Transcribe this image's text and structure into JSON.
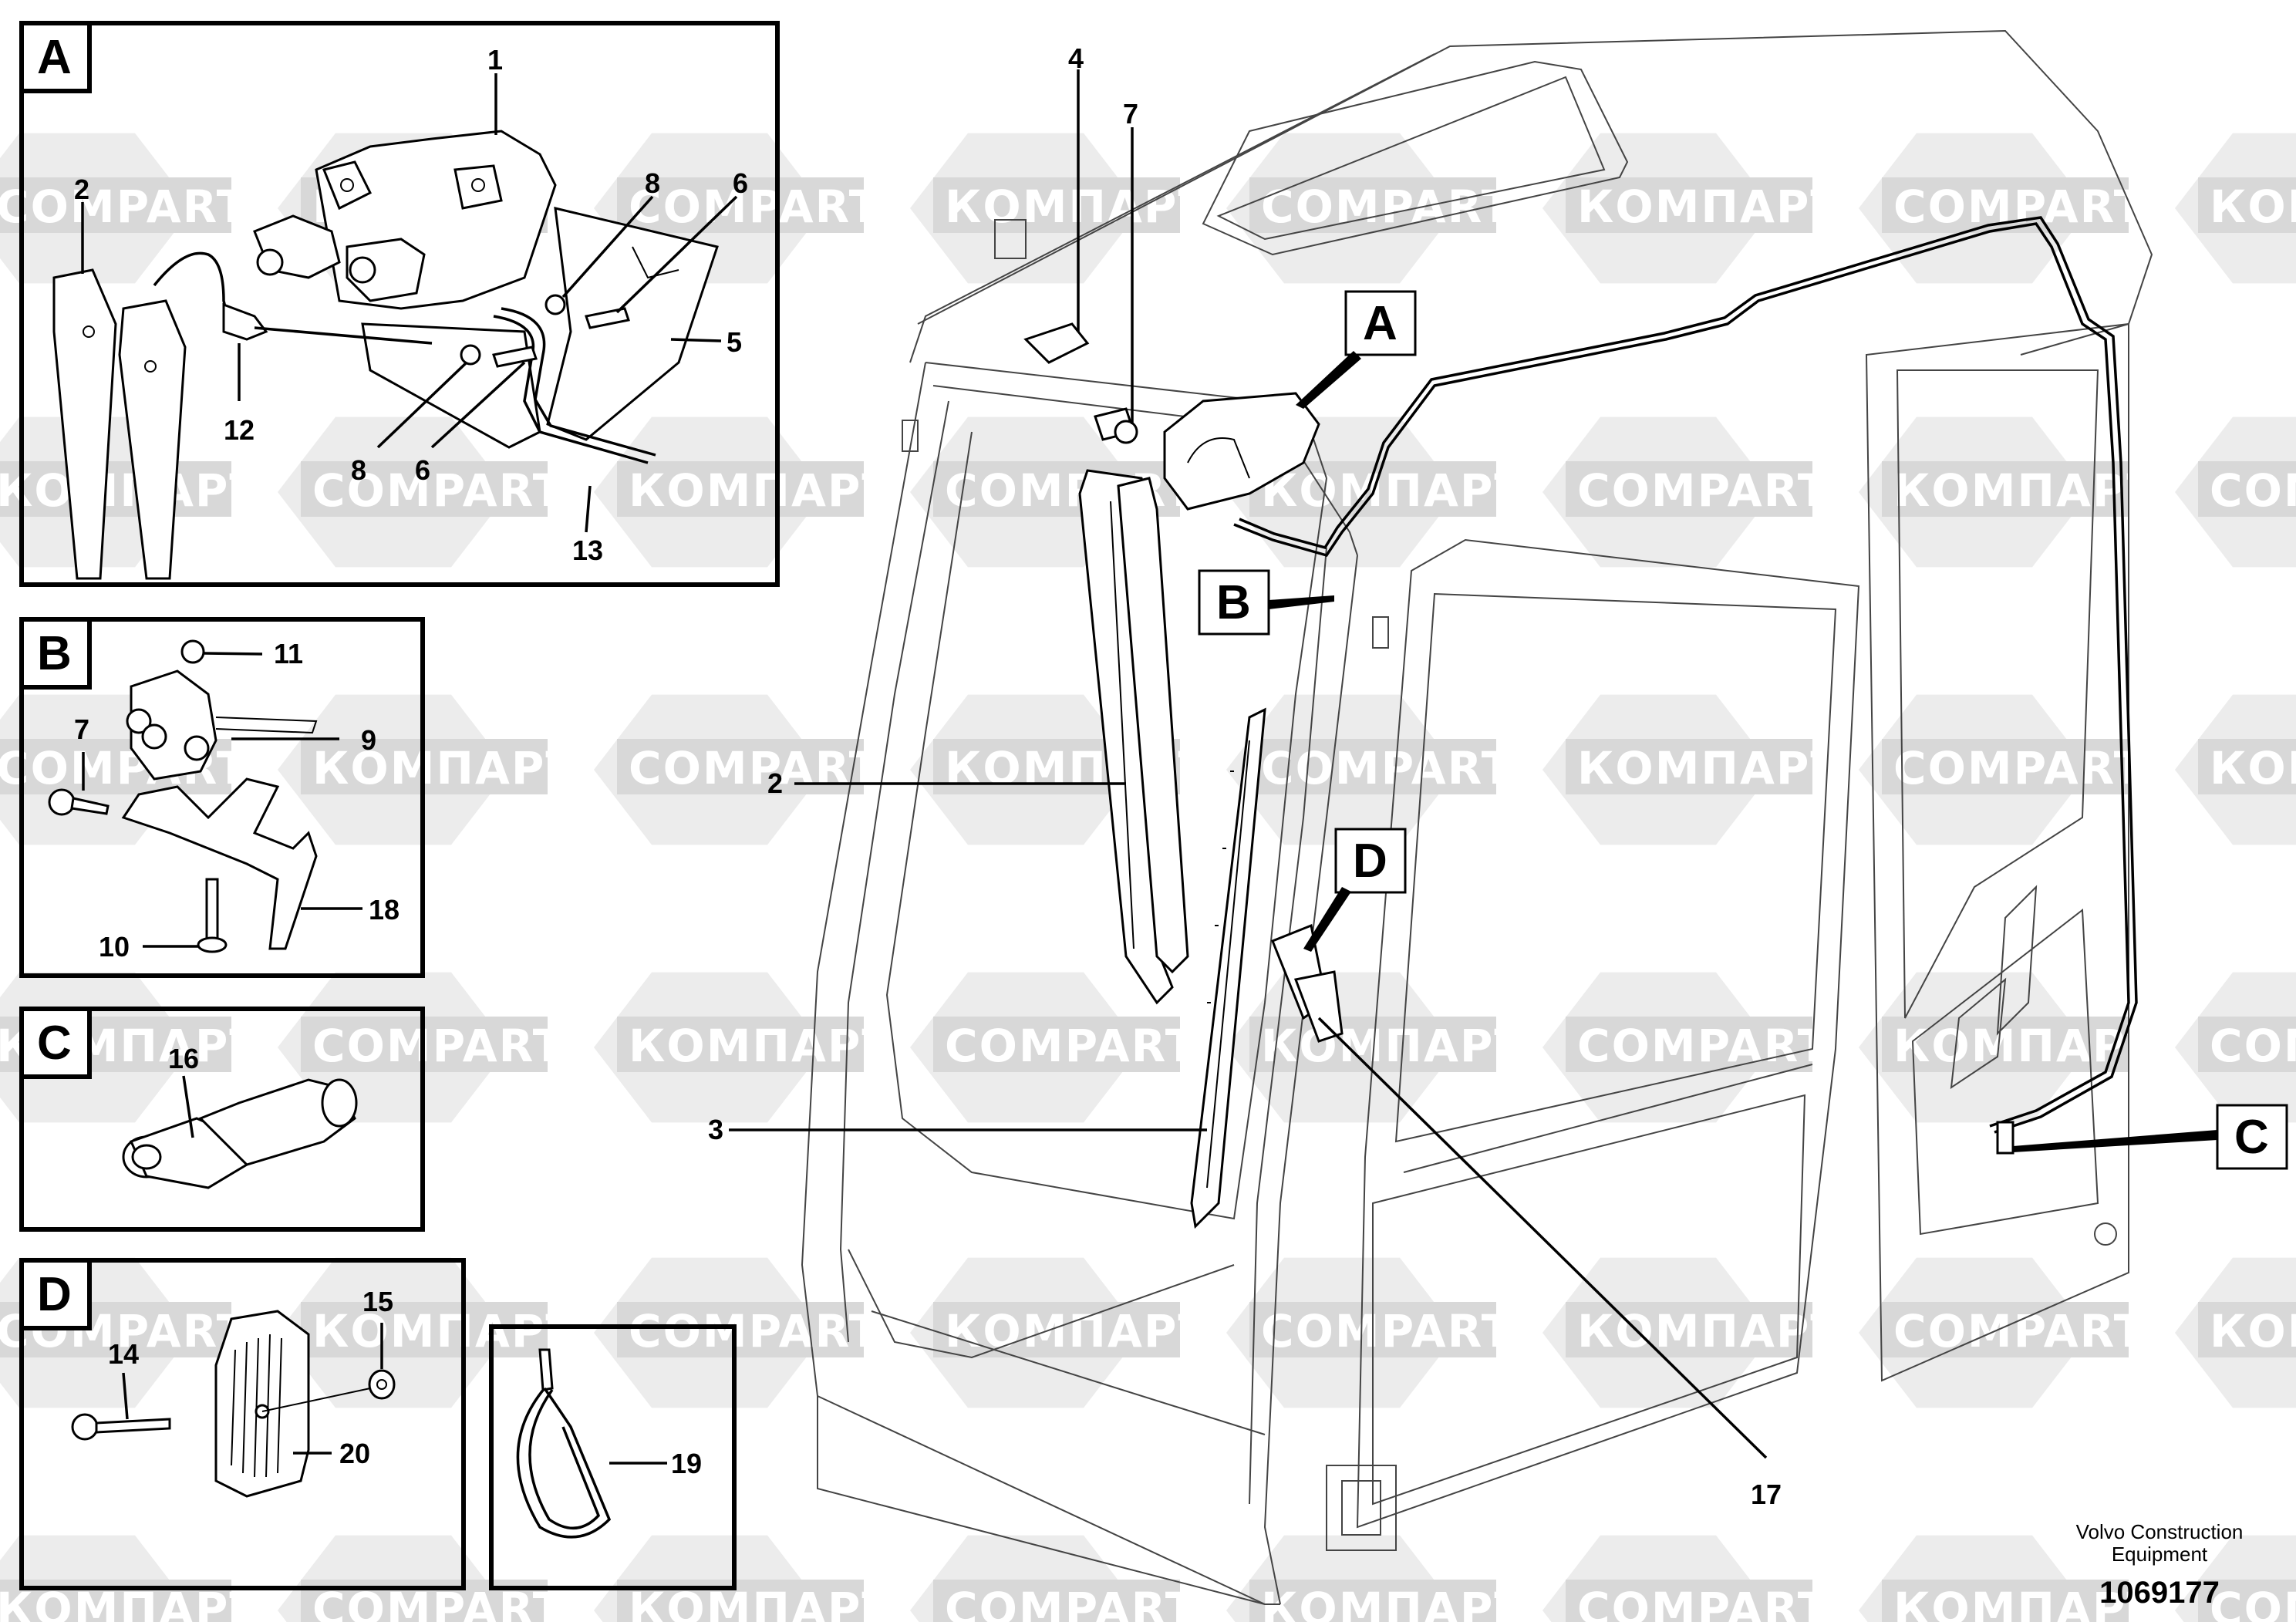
{
  "watermark": {
    "text_latin": "COMPART",
    "text_cyrillic": "КОМПАРТ"
  },
  "panels": {
    "A": {
      "letter": "A",
      "callouts": [
        "1",
        "2",
        "12",
        "8",
        "6",
        "5",
        "13",
        "8",
        "6"
      ]
    },
    "B": {
      "letter": "B",
      "callouts": [
        "11",
        "7",
        "9",
        "18",
        "10"
      ]
    },
    "C": {
      "letter": "C",
      "callouts": [
        "16"
      ]
    },
    "D": {
      "letter": "D",
      "callouts": [
        "15",
        "14",
        "20"
      ]
    },
    "E": {
      "callouts": [
        "19"
      ]
    }
  },
  "main": {
    "callouts": [
      "4",
      "7",
      "2",
      "3",
      "17"
    ],
    "markers": [
      "A",
      "B",
      "C",
      "D"
    ]
  },
  "footer": {
    "company_line1": "Volvo Construction",
    "company_line2": "Equipment",
    "drawing_number": "1069177"
  }
}
